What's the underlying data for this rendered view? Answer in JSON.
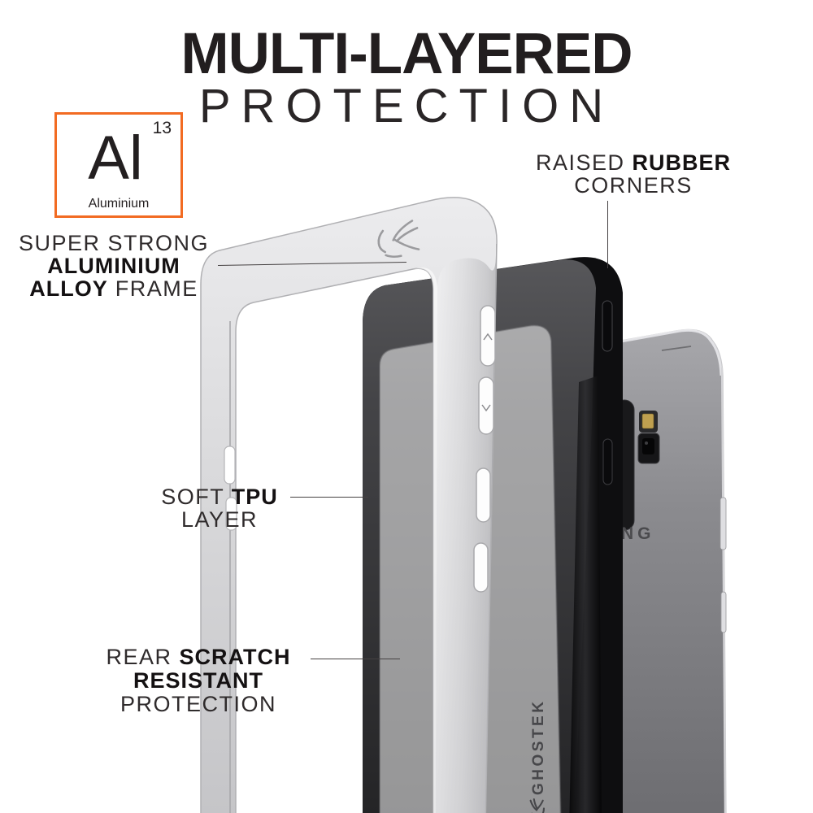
{
  "title": {
    "line1": "MULTI-LAYERED",
    "line2": "PROTECTION"
  },
  "element_box": {
    "atomic_number": "13",
    "symbol": "Al",
    "name": "Aluminium",
    "border_color": "#f26b22"
  },
  "callouts": {
    "frame": {
      "l1": "SUPER STRONG",
      "l2": "ALUMINIUM",
      "l3_bold": "ALLOY",
      "l3_rest": " FRAME"
    },
    "corners": {
      "l1_rest": "RAISED ",
      "l1_bold": "RUBBER",
      "l2": "CORNERS"
    },
    "tpu": {
      "l1_rest": "SOFT ",
      "l1_bold": "TPU",
      "l2": "LAYER"
    },
    "rear": {
      "l1_rest": "REAR ",
      "l1_bold": "SCRATCH",
      "l2_bold": "RESISTANT",
      "l3": "PROTECTION"
    }
  },
  "product": {
    "brand_vertical": "GHOSTEK",
    "phone_back_text_partial": "NG"
  },
  "colors": {
    "accent_orange": "#f26b22",
    "text_dark": "#231f20",
    "aluminum_frame": "#d9d9db",
    "tpu_case_dark": "#3f3f42",
    "rubber_corner_black": "#0e0e10",
    "phone_gray": "#86868a"
  }
}
